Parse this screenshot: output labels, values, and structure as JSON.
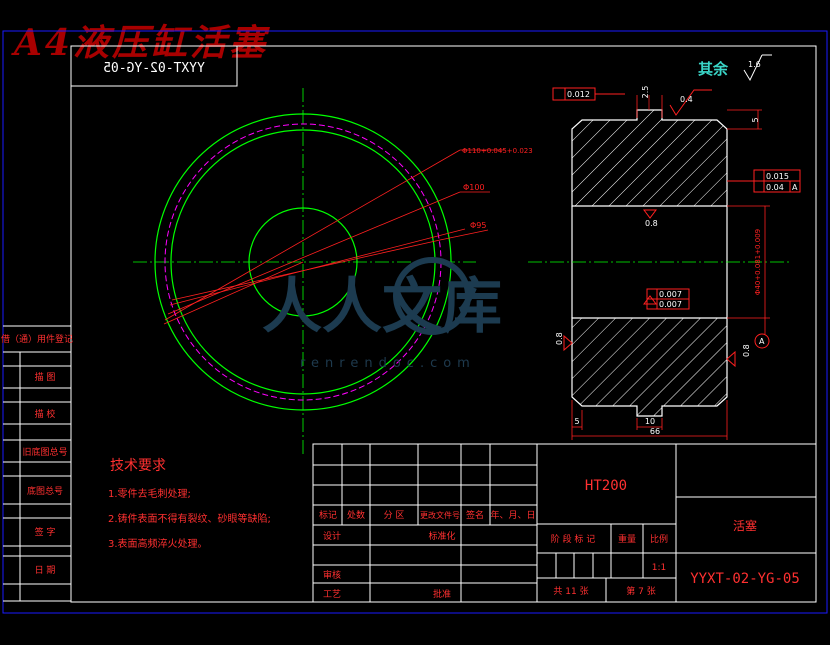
{
  "header": {
    "title": "A4液压缸活塞",
    "mirrored_code": "YYXT-02-YG-05"
  },
  "roughness": {
    "general_label": "其余",
    "general_value": "1.6",
    "surface_values": [
      "0.4",
      "0.8",
      "0.8",
      "0.8"
    ]
  },
  "dimensions": {
    "d110": "Φ110+0.045+0.023",
    "d100": "Φ100",
    "d95": "Φ95",
    "d40": "Φ40+0.081+0.009",
    "width": "66",
    "groove_width": "10",
    "edge_width": "5",
    "chamfer": "2.5",
    "side_edge": "5"
  },
  "tolerances": {
    "roundness": "0.012",
    "box_flatness": "0.015",
    "box_perp": "0.04",
    "box_perp_datum": "A",
    "box_flat2": "0.007",
    "box_para2": "0.007",
    "datum": "A"
  },
  "tech_requirements": {
    "title": "技术要求",
    "items": [
      "1.零件去毛刺处理;",
      "2.铸件表面不得有裂纹、砂眼等缺陷;",
      "3.表面高频淬火处理。"
    ]
  },
  "side_table": [
    "借（通）用件登记",
    "描 图",
    "描 校",
    "旧底图总号",
    "底图总号",
    "签 字",
    "日 期"
  ],
  "title_block": {
    "material": "HT200",
    "part_name": "活塞",
    "drawing_no": "YYXT-02-YG-05",
    "rev_headers": [
      "标记",
      "处数",
      "分 区",
      "更改文件号",
      "签名",
      "年、月、日"
    ],
    "design": "设计",
    "standardize": "标准化",
    "review": "审核",
    "process": "工艺",
    "approve": "批准",
    "stage_mark": "阶 段 标 记",
    "weight": "重量",
    "scale": "比例",
    "scale_value": "1:1",
    "sheets_total": "共 11 张",
    "sheet_no": "第 7 张"
  },
  "watermark": {
    "text": "人人文库",
    "url": "renrendoc.com"
  },
  "colors": {
    "frame": "#1a1aff",
    "lines": "#ffffff",
    "outline": "#00ff00",
    "dimension": "#ff2020",
    "magenta": "#ff00ff",
    "text_red": "#ff3030",
    "text_cyan": "#3ad6c8",
    "title_red": "#a80000"
  }
}
